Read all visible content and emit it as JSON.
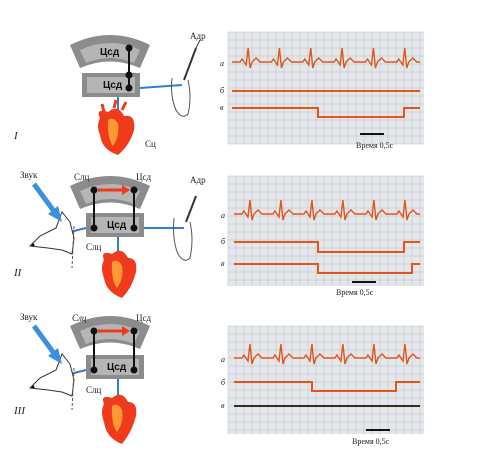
{
  "colors": {
    "brain_outer": "#8c8c8c",
    "brain_inner": "#b5b5b5",
    "nerve": "#2f7fd0",
    "heart": "#ef3b1c",
    "heart_light": "#ffb23a",
    "trace_orange": "#e0561d",
    "trace_dark": "#3a2a1e",
    "grid_bg": "#e4e7ea",
    "grid_line": "#b8c0c8",
    "arrow_blue": "#3d8ee0"
  },
  "panels": [
    {
      "numeral": "I",
      "brain": {
        "top_label": "Цсд",
        "bottom_label": "Цсд"
      },
      "heart_label": "Сц",
      "adr_label": "Адр",
      "sound_label": "",
      "slc_top": "",
      "slc_bottom": "",
      "right_label": "",
      "show_dog": false,
      "show_hand": true,
      "traces": [
        "а",
        "б",
        "в"
      ],
      "scale_caption": "Время 0,5с"
    },
    {
      "numeral": "II",
      "brain": {
        "top_label": "",
        "bottom_label": "Цсд"
      },
      "heart_label": "",
      "adr_label": "Адр",
      "sound_label": "Звук",
      "slc_top": "Слц",
      "slc_bottom": "Слц",
      "right_label": "Цсд",
      "show_dog": true,
      "show_hand": true,
      "traces": [
        "а",
        "б",
        "в"
      ],
      "scale_caption": "Время 0,5с"
    },
    {
      "numeral": "III",
      "brain": {
        "top_label": "",
        "bottom_label": "Цсд"
      },
      "heart_label": "",
      "adr_label": "",
      "sound_label": "Звук",
      "slc_top": "Слц",
      "slc_bottom": "Слц",
      "right_label": "Цсд",
      "show_dog": true,
      "show_hand": false,
      "traces": [
        "а",
        "б",
        "в"
      ],
      "scale_caption": "Время 0,5с"
    }
  ]
}
